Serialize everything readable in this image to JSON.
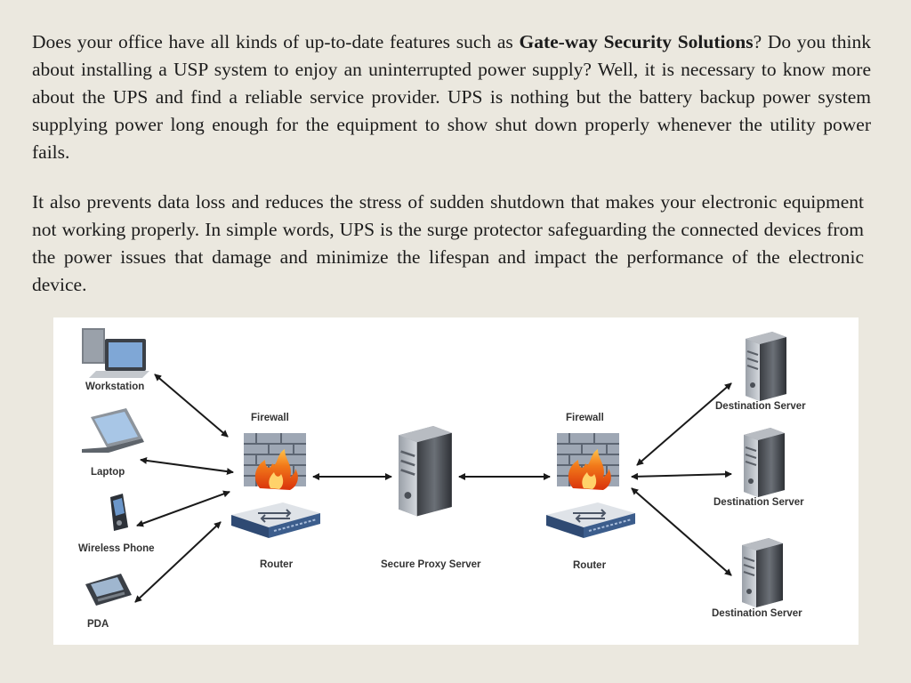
{
  "paragraph1": {
    "before": "Does your office have all kinds of up-to-date features such as ",
    "bold": "Gate-way Security Solutions",
    "after": "? Do you think about installing a USP system to enjoy an uninterrupted power supply? Well, it is necessary to know more about the UPS and find a reliable service provider. UPS is nothing but the battery backup power system supplying power long enough for the equipment to show shut down properly whenever the utility power fails."
  },
  "paragraph2": {
    "text": "It also prevents data loss and reduces the stress of sudden shutdown that makes your electronic equipment not working properly. In simple words, UPS is the surge protector safeguarding the connected devices from the power issues that damage and minimize the lifespan and impact the performance of the electronic device."
  },
  "diagram": {
    "clients": {
      "workstation": "Workstation",
      "laptop": "Laptop",
      "wireless_phone": "Wireless Phone",
      "pda": "PDA"
    },
    "left_firewall": "Firewall",
    "left_router": "Router",
    "proxy": "Secure Proxy Server",
    "right_firewall": "Firewall",
    "right_router": "Router",
    "destinations": [
      "Destination Server",
      "Destination Server",
      "Destination Server"
    ]
  }
}
